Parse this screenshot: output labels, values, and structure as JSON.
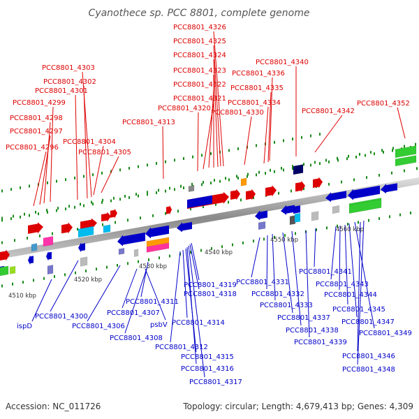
{
  "title": "Cyanothece sp. PCC 8801, complete genome",
  "footer": {
    "accession": "Accession: NC_011726",
    "summary": "Topology: circular; Length: 4,679,413 bp; Genes: 4,309"
  },
  "scale_labels": [
    "4510 kbp",
    "4520 kbp",
    "4530 kbp",
    "4540 kbp",
    "4550 kbp",
    "4560 kbp"
  ],
  "labels_top": [
    "PCC8801_4296",
    "PCC8801_4297",
    "PCC8801_4298",
    "PCC8801_4299",
    "PCC8801_4301",
    "PCC8801_4302",
    "PCC8801_4303",
    "PCC8801_4304",
    "PCC8801_4305",
    "PCC8801_4313",
    "PCC8801_4320",
    "PCC8801_4321",
    "PCC8801_4322",
    "PCC8801_4323",
    "PCC8801_4324",
    "PCC8801_4325",
    "PCC8801_4326",
    "PCC8801_4330",
    "PCC8801_4334",
    "PCC8801_4335",
    "PCC8801_4336",
    "PCC8801_4340",
    "PCC8801_4342",
    "PCC8801_4352"
  ],
  "labels_bottom": [
    "ispD",
    "PCC8801_4300",
    "PCC8801_4306",
    "PCC8801_4307",
    "psbV",
    "PCC8801_4308",
    "PCC8801_4311",
    "PCC8801_4312",
    "PCC8801_4314",
    "PCC8801_4315",
    "PCC8801_4316",
    "PCC8801_4317",
    "PCC8801_4318",
    "PCC8801_4319",
    "PCC8801_4331",
    "PCC8801_4332",
    "PCC8801_4333",
    "PCC8801_4337",
    "PCC8801_4338",
    "PCC8801_4339",
    "PCC8801_4341",
    "PCC8801_4343",
    "PCC8801_4344",
    "PCC8801_4345",
    "PCC8801_4346",
    "PCC8801_4347",
    "PCC8801_4348",
    "PCC8801_4349"
  ],
  "colors": {
    "forward_strand": "#dd0000",
    "reverse_strand": "#0000c8",
    "backbone": "#808080",
    "ticks": "#1a8a1a",
    "cog_palette": [
      "#33cc33",
      "#00bbee",
      "#ff33aa",
      "#ff9900",
      "#ff3399",
      "#bbbbbb",
      "#7777cc",
      "#000066",
      "#99dd22",
      "#555555"
    ]
  }
}
